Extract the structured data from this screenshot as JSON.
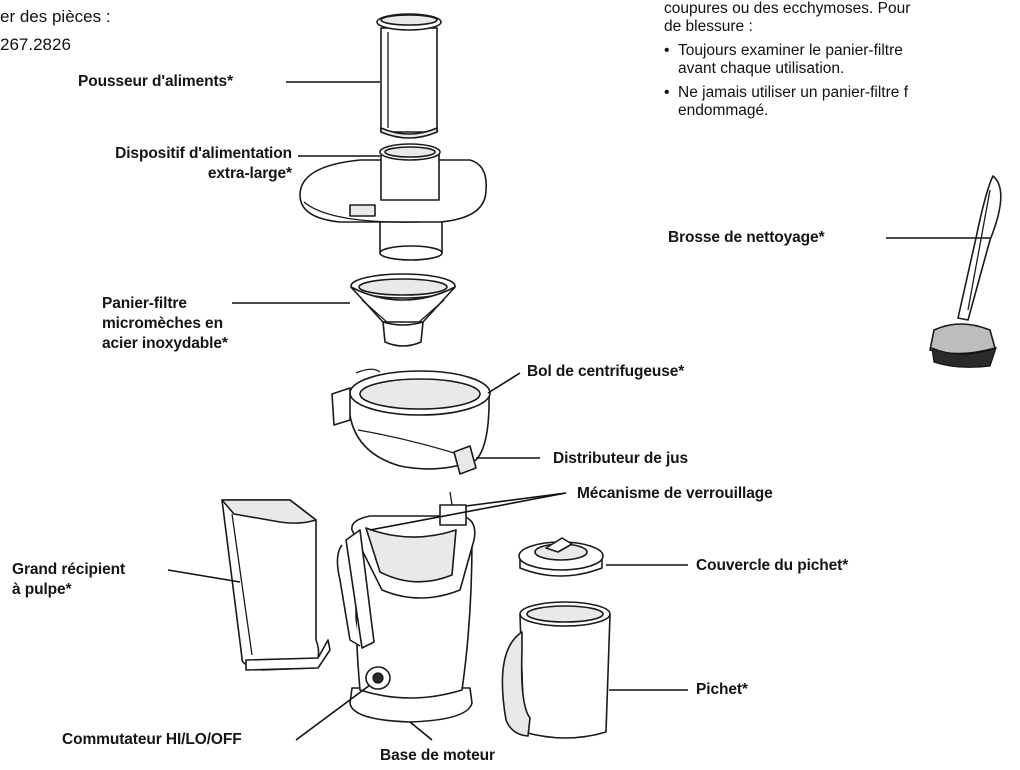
{
  "header": {
    "phone_line1": "er des pièces :",
    "phone_line2": "267.2826"
  },
  "warning": {
    "line1": "coupures ou des ecchymoses. Pour",
    "line2": "de blessure :",
    "bullet1_line1": "Toujours examiner le panier-filtre",
    "bullet1_line2": "avant chaque utilisation.",
    "bullet2_line1": "Ne jamais utiliser un panier-filtre f",
    "bullet2_line2": "endommagé."
  },
  "labels": {
    "food_pusher": "Pousseur d'aliments*",
    "feed_chute_line1": "Dispositif d'alimentation",
    "feed_chute_line2": "extra-large*",
    "filter_line1": "Panier-filtre",
    "filter_line2": "micromèches en",
    "filter_line3": "acier inoxydable*",
    "bowl": "Bol de centrifugeuse*",
    "spout": "Distributeur de jus",
    "lock": "Mécanisme de verrouillage",
    "pulp_line1": "Grand récipient",
    "pulp_line2": "à pulpe*",
    "pitcher_lid": "Couvercle du pichet*",
    "pitcher": "Pichet*",
    "brush": "Brosse de nettoyage*",
    "switch": "Commutateur HI/LO/OFF",
    "motor_base": "Base de moteur"
  }
}
